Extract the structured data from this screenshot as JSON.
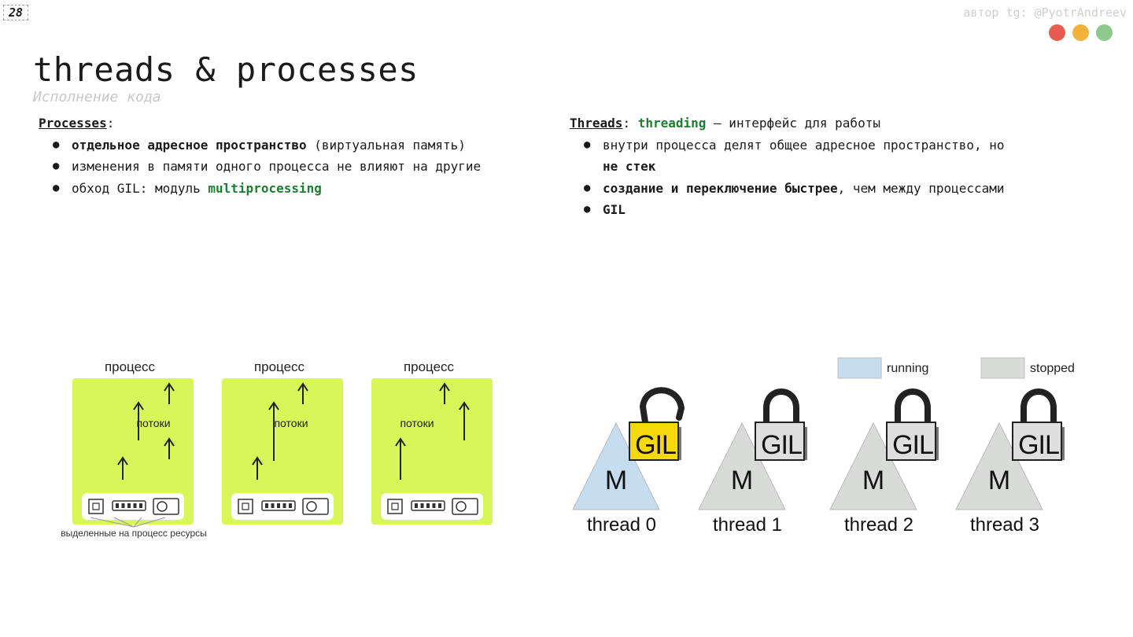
{
  "header": {
    "slide_number": "28",
    "author": "автор tg: @PyotrAndreev",
    "window_dots": [
      "#e65c50",
      "#f2b33d",
      "#8cc98a"
    ]
  },
  "title": "threads & processes",
  "subtitle": "Исполнение кода",
  "processes": {
    "heading": "Processes",
    "colon": ":",
    "items": [
      {
        "bold": "отдельное адресное пространство",
        "rest": " (виртуальная память)"
      },
      {
        "text": "изменения в памяти одного процесса не влияют на другие"
      },
      {
        "prefix": "обход GIL: модуль ",
        "green": "multiprocessing"
      }
    ]
  },
  "threads": {
    "heading": "Threads",
    "colon": ": ",
    "module": "threading",
    "suffix": " – интерфейс для работы",
    "items": [
      {
        "text": "внутри процесса делят общее адресное пространство, но",
        "bold_after": "не стек"
      },
      {
        "bold": "создание и переключение быстрее",
        "rest": ", чем между процессами"
      },
      {
        "text": "GIL"
      }
    ]
  },
  "process_diagram": {
    "box_label": "процесс",
    "threads_label": "потоки",
    "resources_label": "выделенные на процесс ресурсы",
    "box_color": "#d8f55a"
  },
  "gil_diagram": {
    "legend": [
      {
        "label": "running",
        "color": "#c6dcef"
      },
      {
        "label": "stopped",
        "color": "#d9dbd9"
      }
    ],
    "lock_label": "GIL",
    "memory_label": "M",
    "threads": [
      {
        "label": "thread 0",
        "state": "running",
        "lock": "open"
      },
      {
        "label": "thread 1",
        "state": "stopped",
        "lock": "closed"
      },
      {
        "label": "thread 2",
        "state": "stopped",
        "lock": "closed"
      },
      {
        "label": "thread 3",
        "state": "stopped",
        "lock": "closed"
      }
    ],
    "lock_colors": {
      "open": "#f5d90a",
      "closed": "#dedede"
    }
  }
}
